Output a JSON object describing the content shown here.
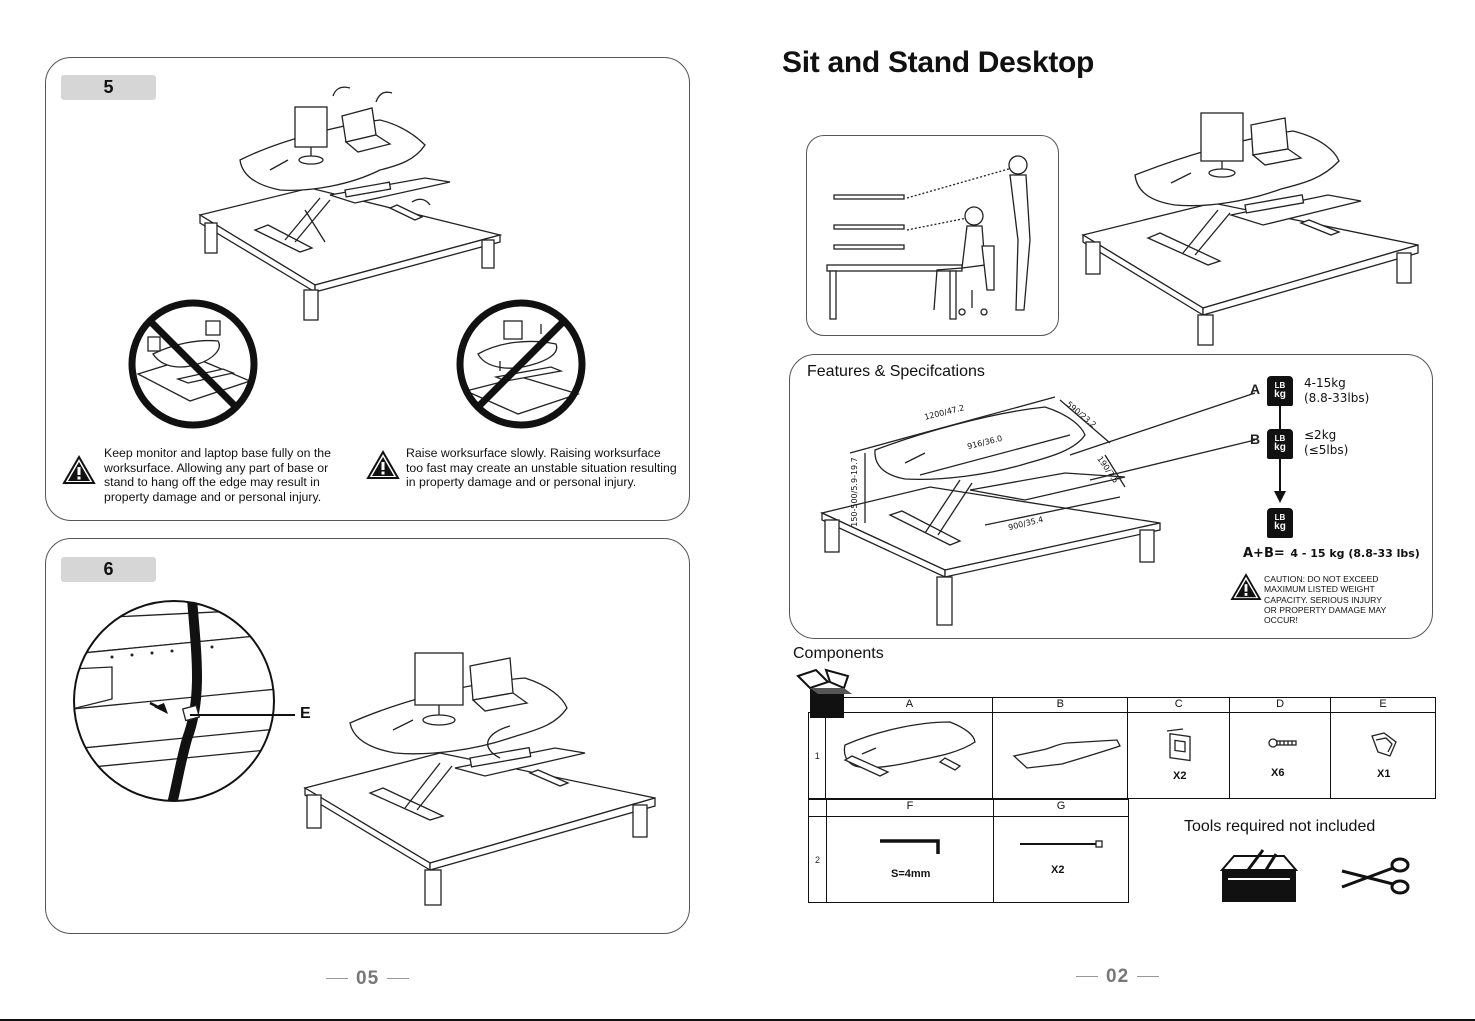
{
  "left_page": {
    "step5": {
      "badge": "5",
      "warning_left": "Keep monitor and laptop base fully on the worksurface. Allowing any part of base or stand to hang off the edge may result in property damage and or personal injury.",
      "warning_right": "Raise worksurface slowly. Raising worksurface too fast may create an unstable situation resulting in property damage and or personal injury."
    },
    "step6": {
      "badge": "6",
      "callout_label": "E"
    },
    "page_number": "05"
  },
  "right_page": {
    "title": "Sit and Stand Desktop",
    "features": {
      "title": "Features & Specifcations",
      "dimensions": [
        "1200/47.2",
        "916/36.0",
        "590/23.2",
        "190/7.5",
        "900/35.4",
        "150-500/5.9-19.7"
      ],
      "load_a": {
        "label": "A",
        "weight_badge_top": "LB",
        "weight_badge_bottom": "kg",
        "value": "4-15kg",
        "value_alt": "(8.8-33lbs)"
      },
      "load_b": {
        "label": "B",
        "weight_badge_top": "LB",
        "weight_badge_bottom": "kg",
        "value": "≤2kg",
        "value_alt": "(≤5lbs)"
      },
      "load_total": {
        "weight_badge_top": "LB",
        "weight_badge_bottom": "kg",
        "prefix": "A+B=",
        "value": "4 - 15 kg (8.8-33 lbs)"
      },
      "caution": "CAUTION: DO NOT EXCEED MAXIMUM LISTED WEIGHT CAPACITY. SERIOUS INJURY OR PROPERTY DAMAGE MAY OCCUR!"
    },
    "components": {
      "title": "Components",
      "row1_headers": [
        "A",
        "B",
        "C",
        "D",
        "E"
      ],
      "row1_index": "1",
      "row1_quantities": {
        "C": "X2",
        "D": "X6",
        "E": "X1"
      },
      "row2_headers": [
        "F",
        "G"
      ],
      "row2_index": "2",
      "row2_quantities": {
        "F": "S=4mm",
        "G": "X2"
      },
      "tools_note": "Tools required not included"
    },
    "page_number": "02"
  }
}
